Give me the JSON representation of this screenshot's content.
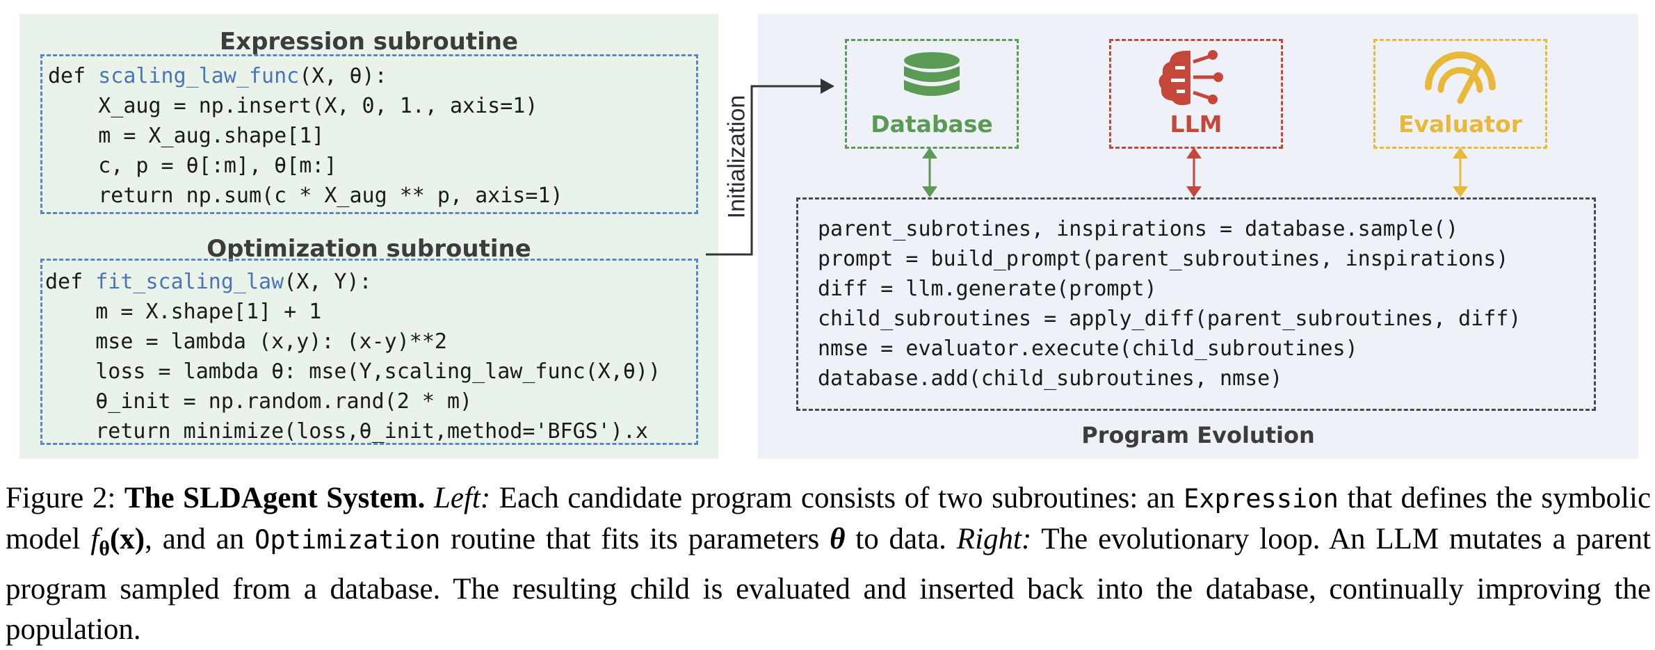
{
  "expression": {
    "title": "Expression subroutine",
    "lines": [
      {
        "prefix": "def ",
        "fn": "scaling_law_func",
        "rest": "(X, θ):"
      },
      {
        "text": "    X_aug = np.insert(X, 0, 1., axis=1)"
      },
      {
        "text": "    m = X_aug.shape[1]"
      },
      {
        "text": "    c, p = θ[:m], θ[m:]"
      },
      {
        "text": "    return np.sum(c * X_aug ** p, axis=1)"
      }
    ]
  },
  "optimization": {
    "title": "Optimization subroutine",
    "lines": [
      {
        "prefix": "def ",
        "fn": "fit_scaling_law",
        "rest": "(X, Y):"
      },
      {
        "text": "    m = X.shape[1] + 1"
      },
      {
        "text": "    mse = lambda (x,y): (x-y)**2"
      },
      {
        "text": "    loss = lambda θ: mse(Y,scaling_law_func(X,θ))"
      },
      {
        "text": "    θ_init = np.random.rand(2 * m)"
      },
      {
        "text": "    return minimize(loss,θ_init,method='BFGS').x"
      }
    ]
  },
  "initialization_label": "Initialization",
  "components": [
    {
      "label": "Database",
      "icon": "database-icon",
      "color": "#5b9a55"
    },
    {
      "label": "LLM",
      "icon": "llm-brain-icon",
      "color": "#c4473a"
    },
    {
      "label": "Evaluator",
      "icon": "evaluator-gauge-icon",
      "color": "#e8b83a"
    }
  ],
  "evolution": {
    "title": "Program Evolution",
    "lines": [
      "parent_subrotines, inspirations = database.sample()",
      "prompt = build_prompt(parent_subroutines, inspirations)",
      "diff = llm.generate(prompt)",
      "child_subroutines = apply_diff(parent_subroutines, diff)",
      "nmse = evaluator.execute(child_subroutines)",
      "database.add(child_subroutines, nmse)"
    ]
  },
  "caption": {
    "figure_label": "Figure 2:",
    "bold_title": "The SLDAgent System.",
    "left_label": "Left:",
    "text1": " Each candidate program consists of two subroutines: an ",
    "code1": "Expression",
    "text2": " that defines the symbolic model ",
    "math_f": "f",
    "math_theta": "θ",
    "math_x": "(x)",
    "text3": ", and an ",
    "code2": "Optimization",
    "text4": " routine that fits its parameters ",
    "math_theta2": "θ",
    "text5": " to data. ",
    "right_label": "Right:",
    "text6": " The evolutionary loop. An LLM mutates a parent program sampled from a database. The resulting child is evaluated and inserted back into the database, continually improving the population."
  },
  "colors": {
    "left_panel_bg": "#eaf3ea",
    "right_panel_bg": "#eef2f8",
    "code_border": "#5b86c1",
    "function_name": "#4a74b3",
    "database": "#5b9a55",
    "llm": "#c4473a",
    "evaluator": "#e8b83a"
  }
}
